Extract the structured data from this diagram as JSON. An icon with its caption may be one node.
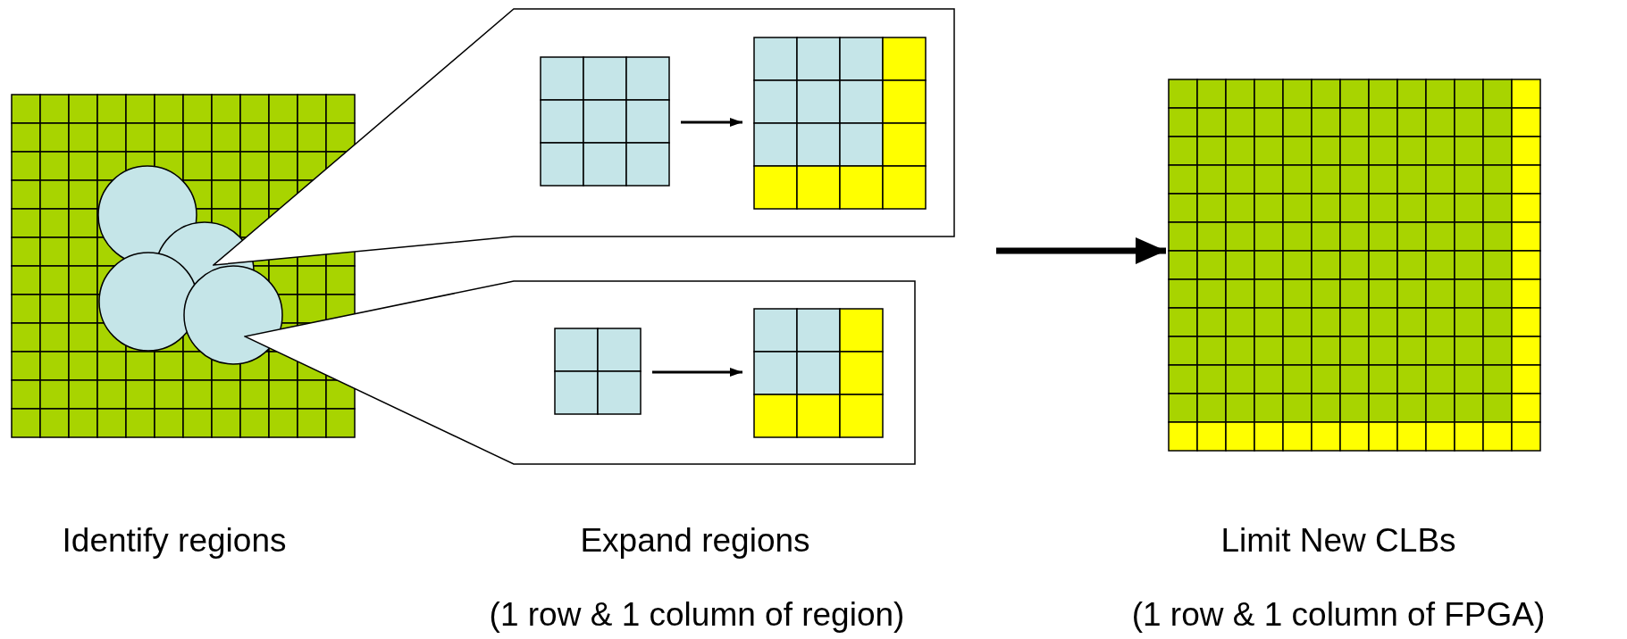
{
  "diagram": {
    "nodes": [
      {
        "text": [],
        "shape": "grid"
      },
      {
        "text": [],
        "shape": "callout"
      },
      {
        "text": [],
        "shape": "grid",
        "in": 1
      },
      {
        "text": [],
        "shape": "grid",
        "in": 1
      },
      {
        "text": [],
        "shape": "callout"
      },
      {
        "text": [],
        "shape": "grid",
        "in": 4
      },
      {
        "text": [],
        "shape": "grid",
        "in": 4
      },
      {
        "text": [],
        "shape": "grid"
      }
    ],
    "edges": [
      {
        "from": 2,
        "to": 3,
        "arrow": "to"
      },
      {
        "from": 5,
        "to": 6,
        "arrow": "to"
      },
      {
        "from": null,
        "to": 7,
        "arrow": "to",
        "style": "thick"
      }
    ],
    "labels": [
      "Identify regions",
      "Expand regions",
      "Limit New CLBs",
      "(1 row & 1 column of region)",
      "(1 row & 1 column of FPGA)"
    ]
  }
}
